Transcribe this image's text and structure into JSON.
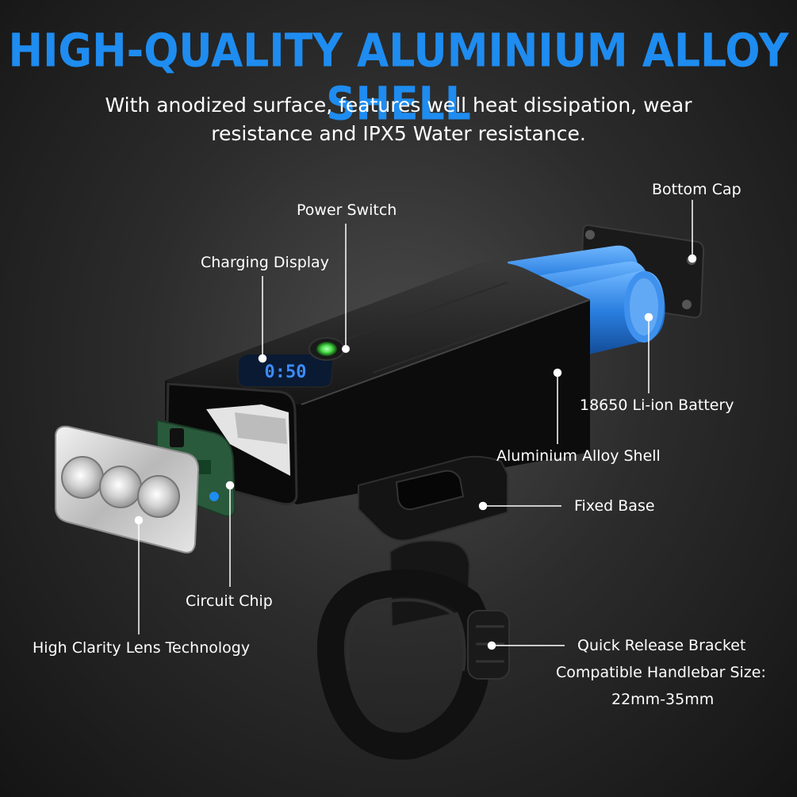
{
  "header": {
    "title": "HIGH-QUALITY ALUMINIUM ALLOY SHELL",
    "subtitle_line1": "With anodized surface, features well heat dissipation, wear",
    "subtitle_line2": "resistance and IPX5 Water resistance."
  },
  "display": {
    "readout": "0:50"
  },
  "labels": {
    "bottom_cap": "Bottom Cap",
    "power_switch": "Power Switch",
    "charging_display": "Charging Display",
    "battery": "18650 Li-ion Battery",
    "shell": "Aluminium Alloy Shell",
    "fixed_base": "Fixed Base",
    "circuit_chip": "Circuit Chip",
    "lens": "High Clarity Lens Technology",
    "bracket_line1": "Quick Release Bracket",
    "bracket_line2": "Compatible Handlebar Size:",
    "bracket_line3": "22mm-35mm"
  },
  "colors": {
    "title": "#1e8cf0",
    "battery": "#2a7fe0",
    "display_digits": "#3d8bff",
    "power_led": "#4de04d"
  }
}
